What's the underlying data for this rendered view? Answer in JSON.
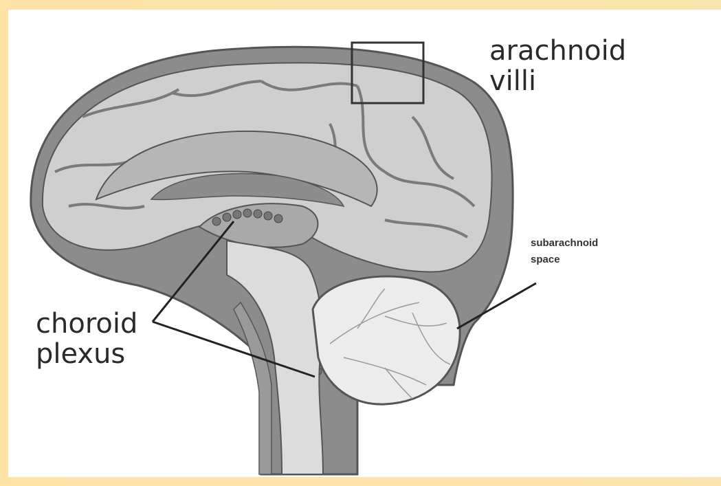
{
  "diagram": {
    "labels": {
      "arachnoid_villi": [
        "arachnoid",
        "villi"
      ],
      "subarachnoid_space": [
        "subarachnoid",
        "space"
      ],
      "choroid_plexus": [
        "choroid",
        "plexus"
      ]
    },
    "colors": {
      "background_frame": "#fbe0a3",
      "panel": "#ffffff",
      "meninges": "#8c8c8c",
      "cortex": "#cfcfcf",
      "brainstem": "#dcdcdc",
      "cerebellum": "#ececec",
      "outline": "#444444"
    }
  }
}
